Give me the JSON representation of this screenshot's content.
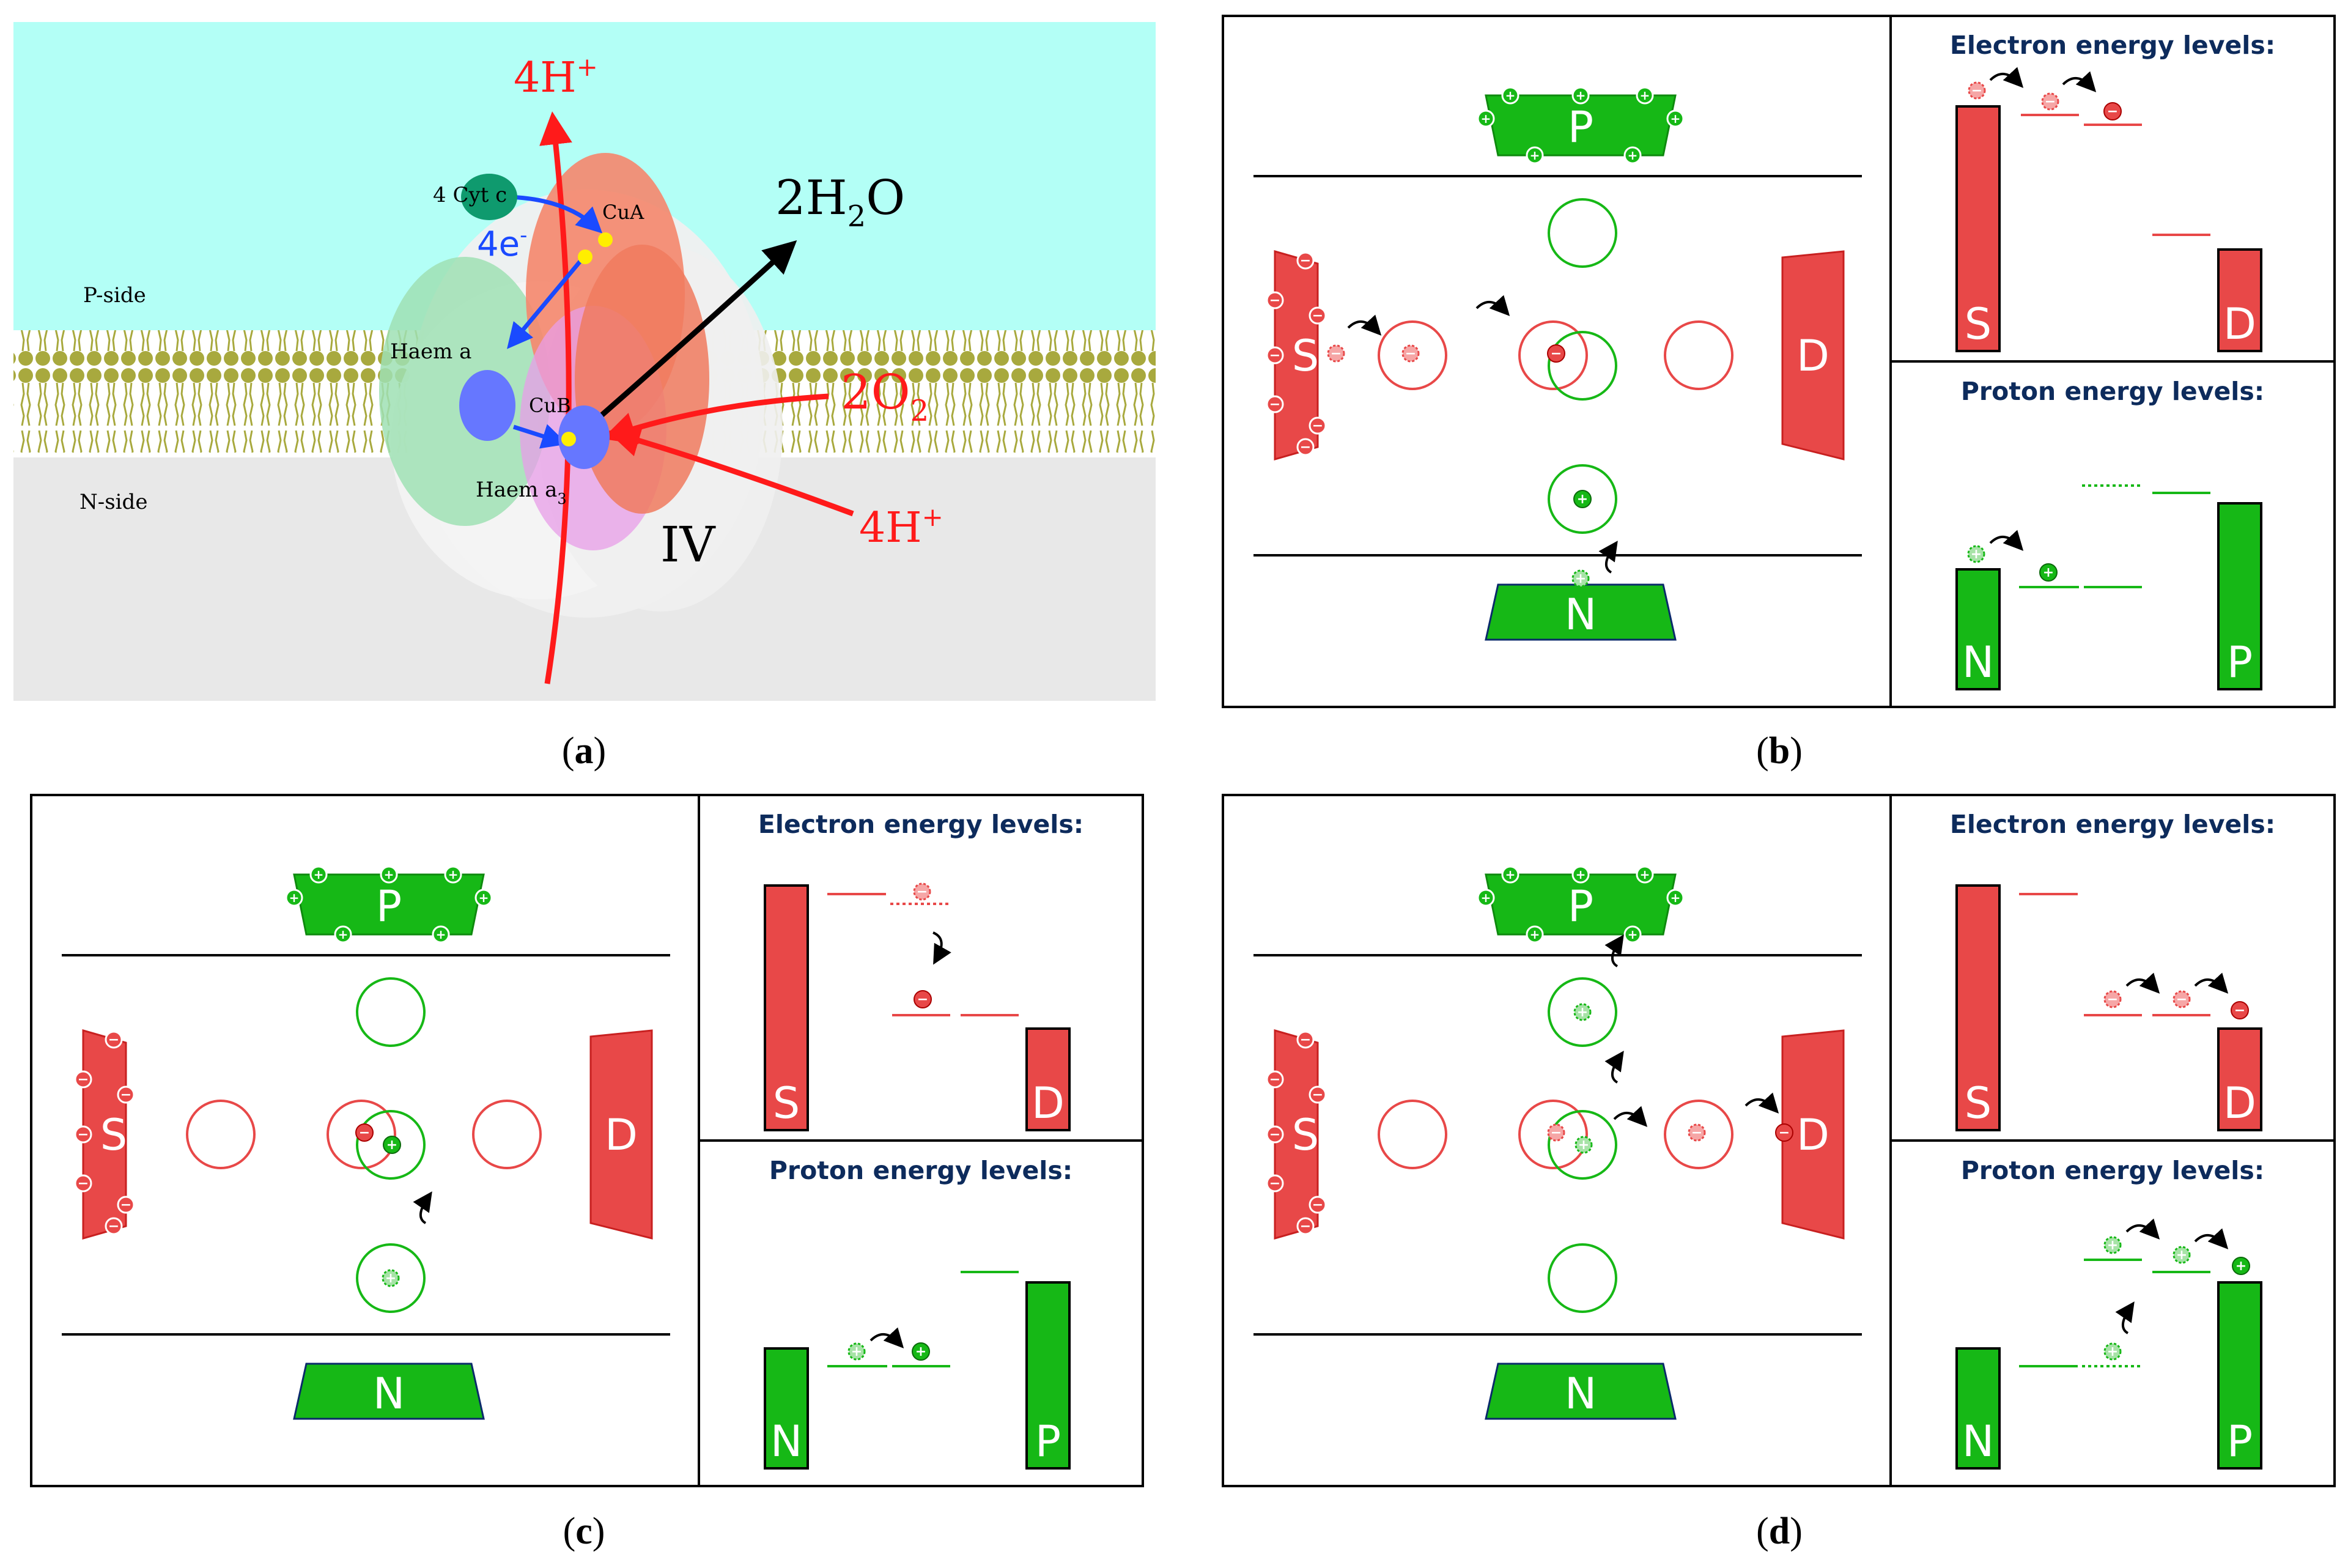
{
  "panel_a": {
    "label_4h_top": "4H",
    "label_cyt": "4 Cyt c",
    "label_4e": "4e",
    "label_cua": "CuA",
    "label_2h2o_2h": "2H",
    "label_2h2o_2": "2",
    "label_2h2o_o": "O",
    "label_pside": "P-side",
    "label_nside": "N-side",
    "label_haema": "Haem a",
    "label_cub": "CuB",
    "label_haema3": "Haem a",
    "label_haema3_sub": "3",
    "label_2o2": "2O",
    "label_2o2_sub": "2",
    "label_4h_bottom": "4H",
    "label_iv": "IV",
    "sup_plus": "+",
    "sup_minus": "-"
  },
  "common": {
    "electron_title": "Electron energy levels:",
    "proton_title": "Proton energy levels:",
    "label_s": "S",
    "label_d": "D",
    "label_n": "N",
    "label_p": "P"
  },
  "captions": {
    "a": "a",
    "b": "b",
    "c": "c",
    "d": "d"
  },
  "colors": {
    "electron_red": "#e84848",
    "proton_green": "#16b816",
    "title_navy": "#0d2b5c",
    "water_cyan": "#b3fff6",
    "nside_gray": "#e8e8e8",
    "membrane_olive": "#a8a93e"
  }
}
